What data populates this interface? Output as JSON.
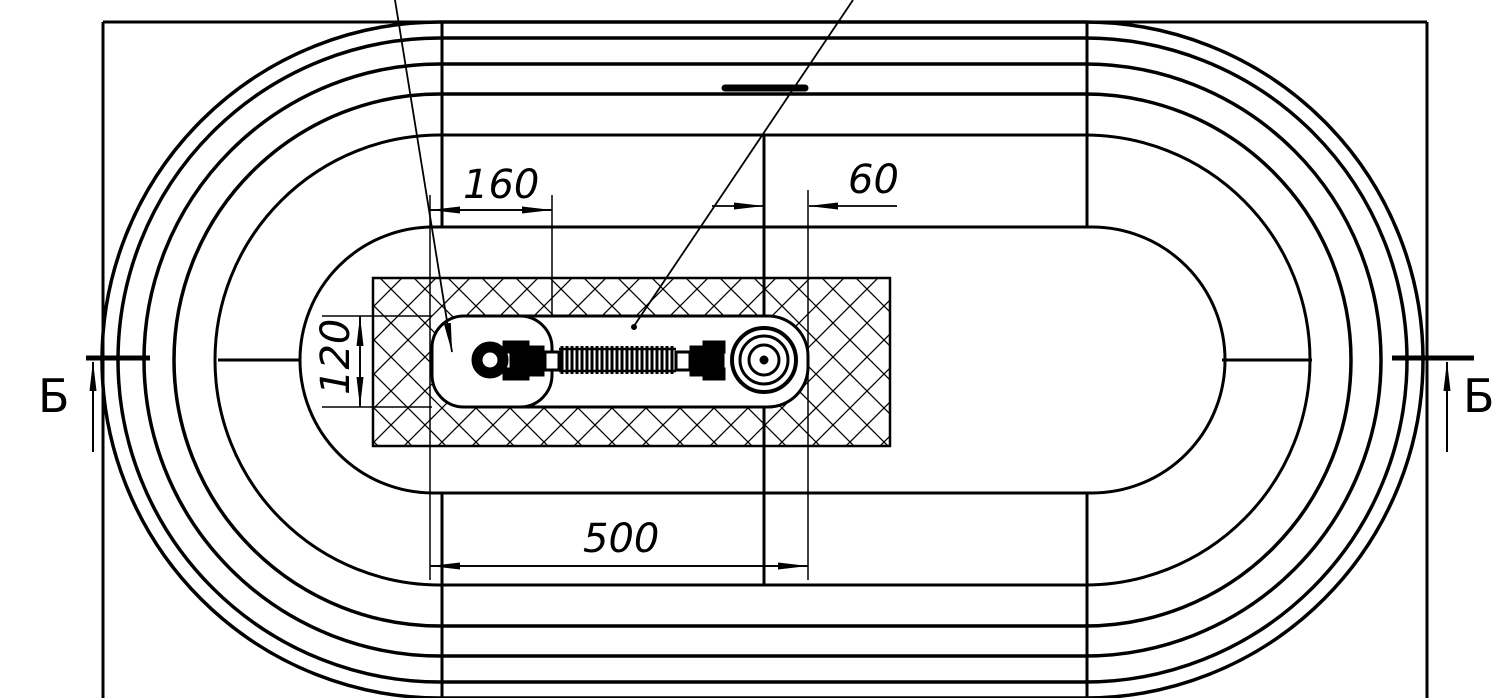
{
  "dimensions": {
    "d160": "160",
    "d60": "60",
    "d120": "120",
    "d500": "500"
  },
  "section": {
    "left_label": "Б",
    "right_label": "Б"
  },
  "colors": {
    "line": "#000000",
    "background": "#ffffff"
  }
}
